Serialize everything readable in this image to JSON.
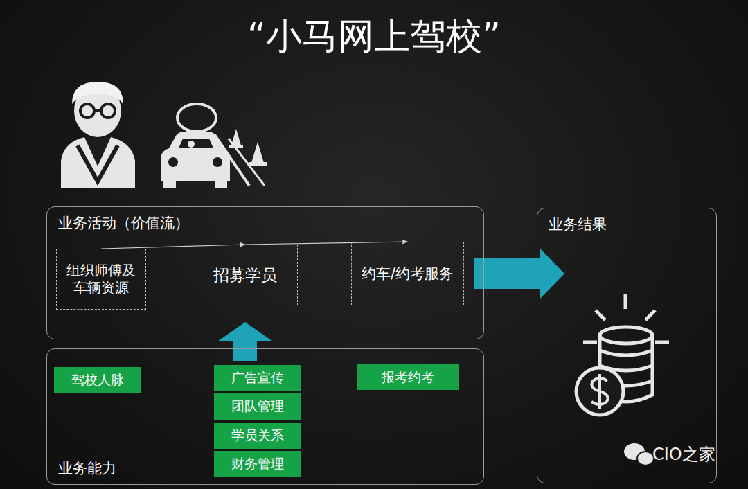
{
  "diagram": {
    "title": "“小马网上驾校”",
    "nodes": [
      {
        "text": [
          "业务活动（价值流）"
        ]
      },
      {
        "text": [
          "组织师傅及 车辆资源"
        ],
        "in": 0
      },
      {
        "text": [
          "招募学员"
        ],
        "in": 0
      },
      {
        "text": [
          "约车/约考服务"
        ],
        "in": 0
      },
      {
        "text": [
          "业务结果"
        ]
      },
      {
        "text": [
          "业务能力"
        ]
      },
      {
        "text": [
          "驾校人脉"
        ],
        "in": 5
      },
      {
        "text": [
          "广告宣传"
        ],
        "in": 5
      },
      {
        "text": [
          "团队管理"
        ],
        "in": 5
      },
      {
        "text": [
          "学员关系"
        ],
        "in": 5
      },
      {
        "text": [
          "财务管理"
        ],
        "in": 5
      },
      {
        "text": [
          "报考约考"
        ],
        "in": 5
      }
    ],
    "edges": [
      {
        "from": 1,
        "to": 2,
        "arrow": "to"
      },
      {
        "from": 2,
        "to": 3,
        "arrow": "to"
      },
      {
        "from": 0,
        "to": 4,
        "arrow": "to"
      },
      {
        "from": 7,
        "to": 2,
        "arrow": "to"
      }
    ],
    "labels": [
      "CIO之家"
    ]
  }
}
